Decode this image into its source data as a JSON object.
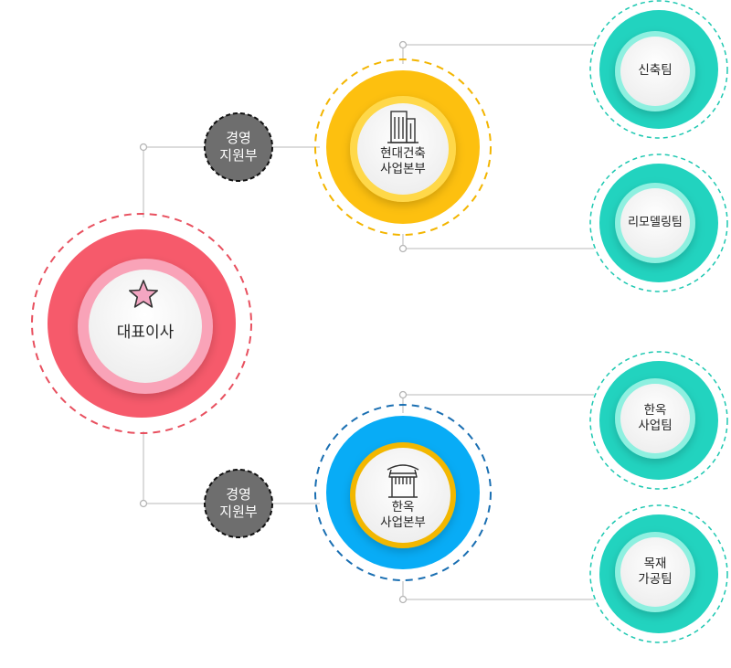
{
  "org_chart": {
    "root": {
      "label": "대표이사",
      "icon": "star-icon",
      "color": "#f65a6b"
    },
    "divisions": [
      {
        "support": [
          "경영",
          "지원부"
        ],
        "label": [
          "현대건축",
          "사업본부"
        ],
        "icon": "office-building-icon",
        "color": "#fdc00f",
        "teams": [
          [
            "신축팀"
          ],
          [
            "리모델링팀"
          ]
        ]
      },
      {
        "support": [
          "경영",
          "지원부"
        ],
        "label": [
          "한옥",
          "사업본부"
        ],
        "icon": "hanok-gate-icon",
        "color": "#08acf6",
        "teams": [
          [
            "한옥",
            "사업팀"
          ],
          [
            "목재",
            "가공팀"
          ]
        ]
      }
    ],
    "colors": {
      "team": "#22d3bf",
      "support": "#6e6e6e",
      "line": "#c8c8c8"
    }
  }
}
